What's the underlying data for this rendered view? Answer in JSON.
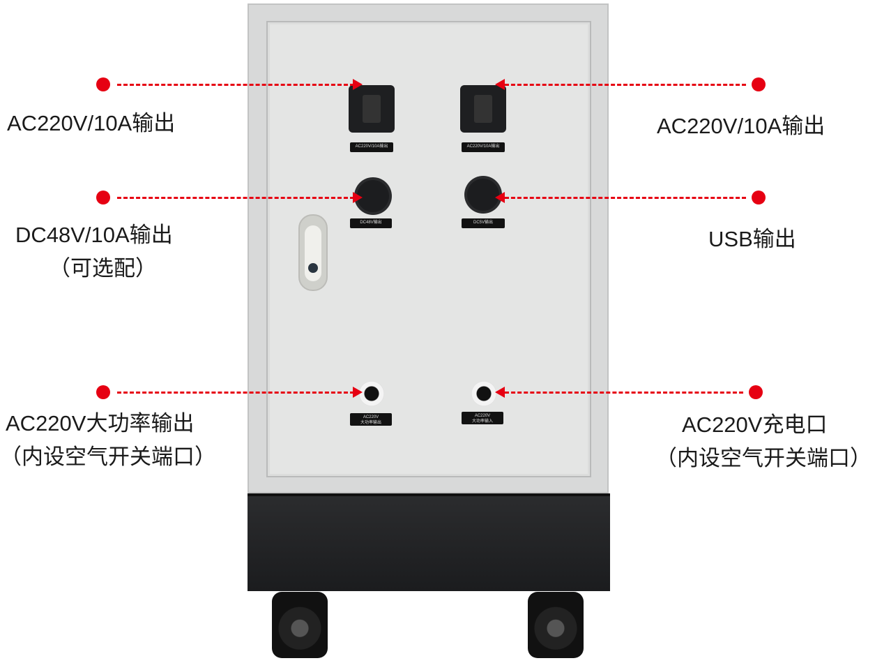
{
  "annotations": {
    "left": [
      {
        "lines": [
          "AC220V/10A输出"
        ]
      },
      {
        "lines": [
          "DC48V/10A输出",
          "（可选配）"
        ]
      },
      {
        "lines": [
          "AC220V大功率输出",
          "（内设空气开关端口）"
        ]
      }
    ],
    "right": [
      {
        "lines": [
          "AC220V/10A输出"
        ]
      },
      {
        "lines": [
          "USB输出"
        ]
      },
      {
        "lines": [
          "AC220V充电口",
          "（内设空气开关端口）"
        ]
      }
    ]
  },
  "panel_labels": {
    "ac_out_1": "AC220V/10A输出",
    "ac_out_2": "AC220V/10A输出",
    "dc48": "DC48V输出",
    "dc5": "DC5V输出",
    "high_power_out": [
      "AC220V",
      "大功率输出"
    ],
    "high_power_in": [
      "AC220V",
      "大功率输入"
    ]
  },
  "colors": {
    "accent": "#e60012"
  }
}
